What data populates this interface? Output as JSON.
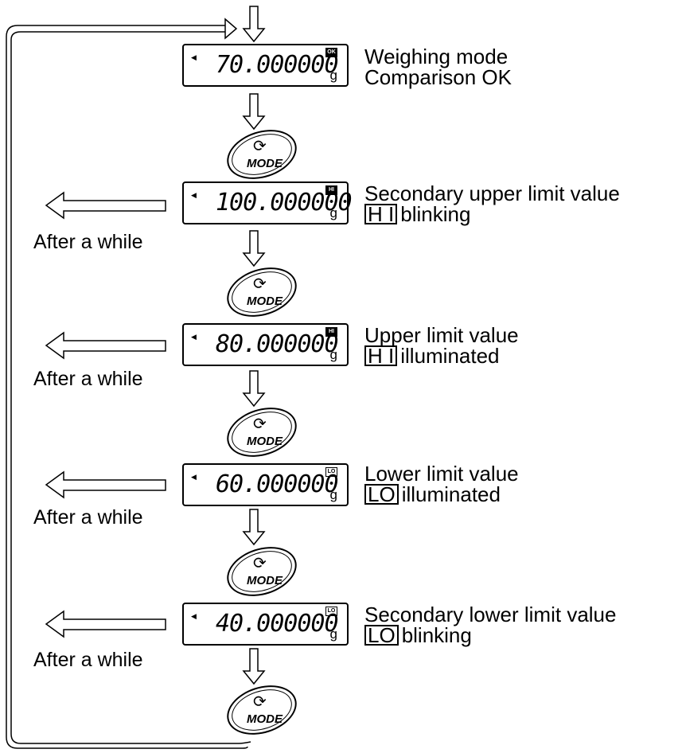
{
  "steps": [
    {
      "value": "70.000000",
      "unit": "g",
      "badge": "OK",
      "lines": [
        "Weighing mode",
        "Comparison OK"
      ],
      "boxed": "",
      "after": ""
    },
    {
      "value": "100.000000",
      "unit": "g",
      "badge": "HI",
      "lines": [
        "Secondary upper limit value",
        "blinking"
      ],
      "boxed": "H I",
      "after": "After a while"
    },
    {
      "value": "80.000000",
      "unit": "g",
      "badge": "HI",
      "lines": [
        "Upper limit value",
        "illuminated"
      ],
      "boxed": "H I",
      "after": "After a while"
    },
    {
      "value": "60.000000",
      "unit": "g",
      "badge": "LO",
      "lines": [
        "Lower limit value",
        "illuminated"
      ],
      "boxed": "LO",
      "after": "After a while"
    },
    {
      "value": "40.000000",
      "unit": "g",
      "badge": "LO",
      "lines": [
        "Secondary lower limit value",
        "blinking"
      ],
      "boxed": "LO",
      "after": "After a while"
    }
  ],
  "mode_button": {
    "label": "MODE",
    "icon": "cycle-arrows-icon"
  },
  "indicator_icon": "triangle-indicator-icon"
}
